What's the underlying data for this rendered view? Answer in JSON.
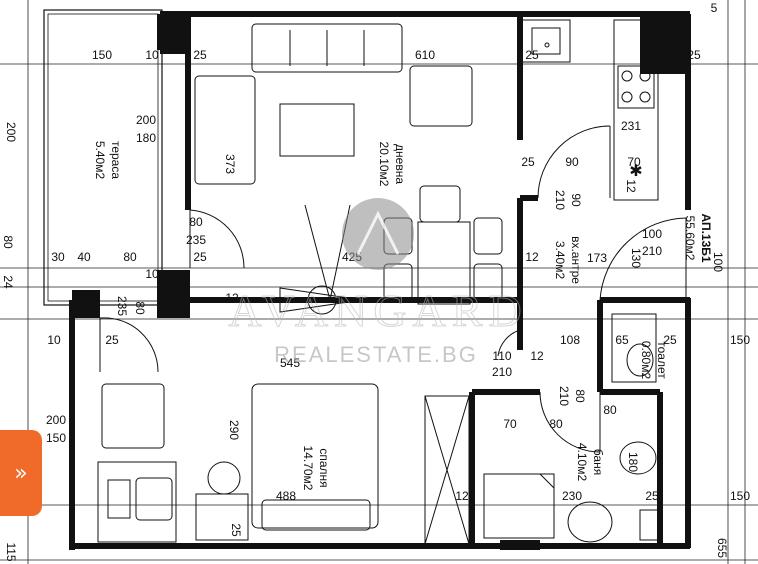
{
  "rooms": {
    "terrace": {
      "name": "тераса",
      "area": "5.40м2"
    },
    "living": {
      "name": "дневна",
      "area": "20.10м2"
    },
    "hall": {
      "name": "вх.антре",
      "area": "3.40м2"
    },
    "bedroom": {
      "name": "спалня",
      "area": "14.70м2"
    },
    "wc": {
      "name": "тоалет",
      "area": "0.80м2"
    },
    "bath": {
      "name": "баня",
      "area": "4.10м2"
    }
  },
  "unit": {
    "label": "АП.13Б1",
    "area": "55.60м2"
  },
  "dims": {
    "d150a": "150",
    "d10a": "10",
    "d25a": "25",
    "d610": "610",
    "d25b": "25",
    "d25c": "25",
    "d200a": "200",
    "d180": "180",
    "d200b": "200",
    "d373": "373",
    "d231": "231",
    "d70a": "70",
    "d12a": "12",
    "d25d": "25",
    "d90a": "90",
    "d90b": "90",
    "d210a": "210",
    "d100a": "100",
    "d210b": "210",
    "d130": "130",
    "d173": "173",
    "d100b": "100",
    "d80a": "80",
    "d235a": "235",
    "d80b": "80",
    "d30": "30",
    "d40": "40",
    "d80c": "80",
    "d10b": "10",
    "d25e": "25",
    "d425": "425",
    "d12b": "12",
    "d24": "24",
    "d8a": "8",
    "d80d": "80",
    "d235b": "235",
    "d12c": "12",
    "d10c": "10",
    "d25f": "25",
    "d545": "545",
    "d110": "110",
    "d210c": "210",
    "d12d": "12",
    "d108": "108",
    "d65": "65",
    "d25g": "25",
    "d150b": "150",
    "d80e": "80",
    "d210d": "210",
    "d80f": "80",
    "d200c": "200",
    "d150c": "150",
    "d290": "290",
    "d70b": "70",
    "d80g": "80",
    "d180b": "180",
    "d488": "488",
    "d12e": "12",
    "d230": "230",
    "d25h": "25",
    "d150d": "150",
    "d25i": "25",
    "d115": "115",
    "d5": "5",
    "d655": "655"
  },
  "watermark": {
    "brand": "AVANGARD",
    "sub": "REALESTATE.BG"
  },
  "side_button": {
    "label": "»",
    "color": "#f06a2a"
  }
}
